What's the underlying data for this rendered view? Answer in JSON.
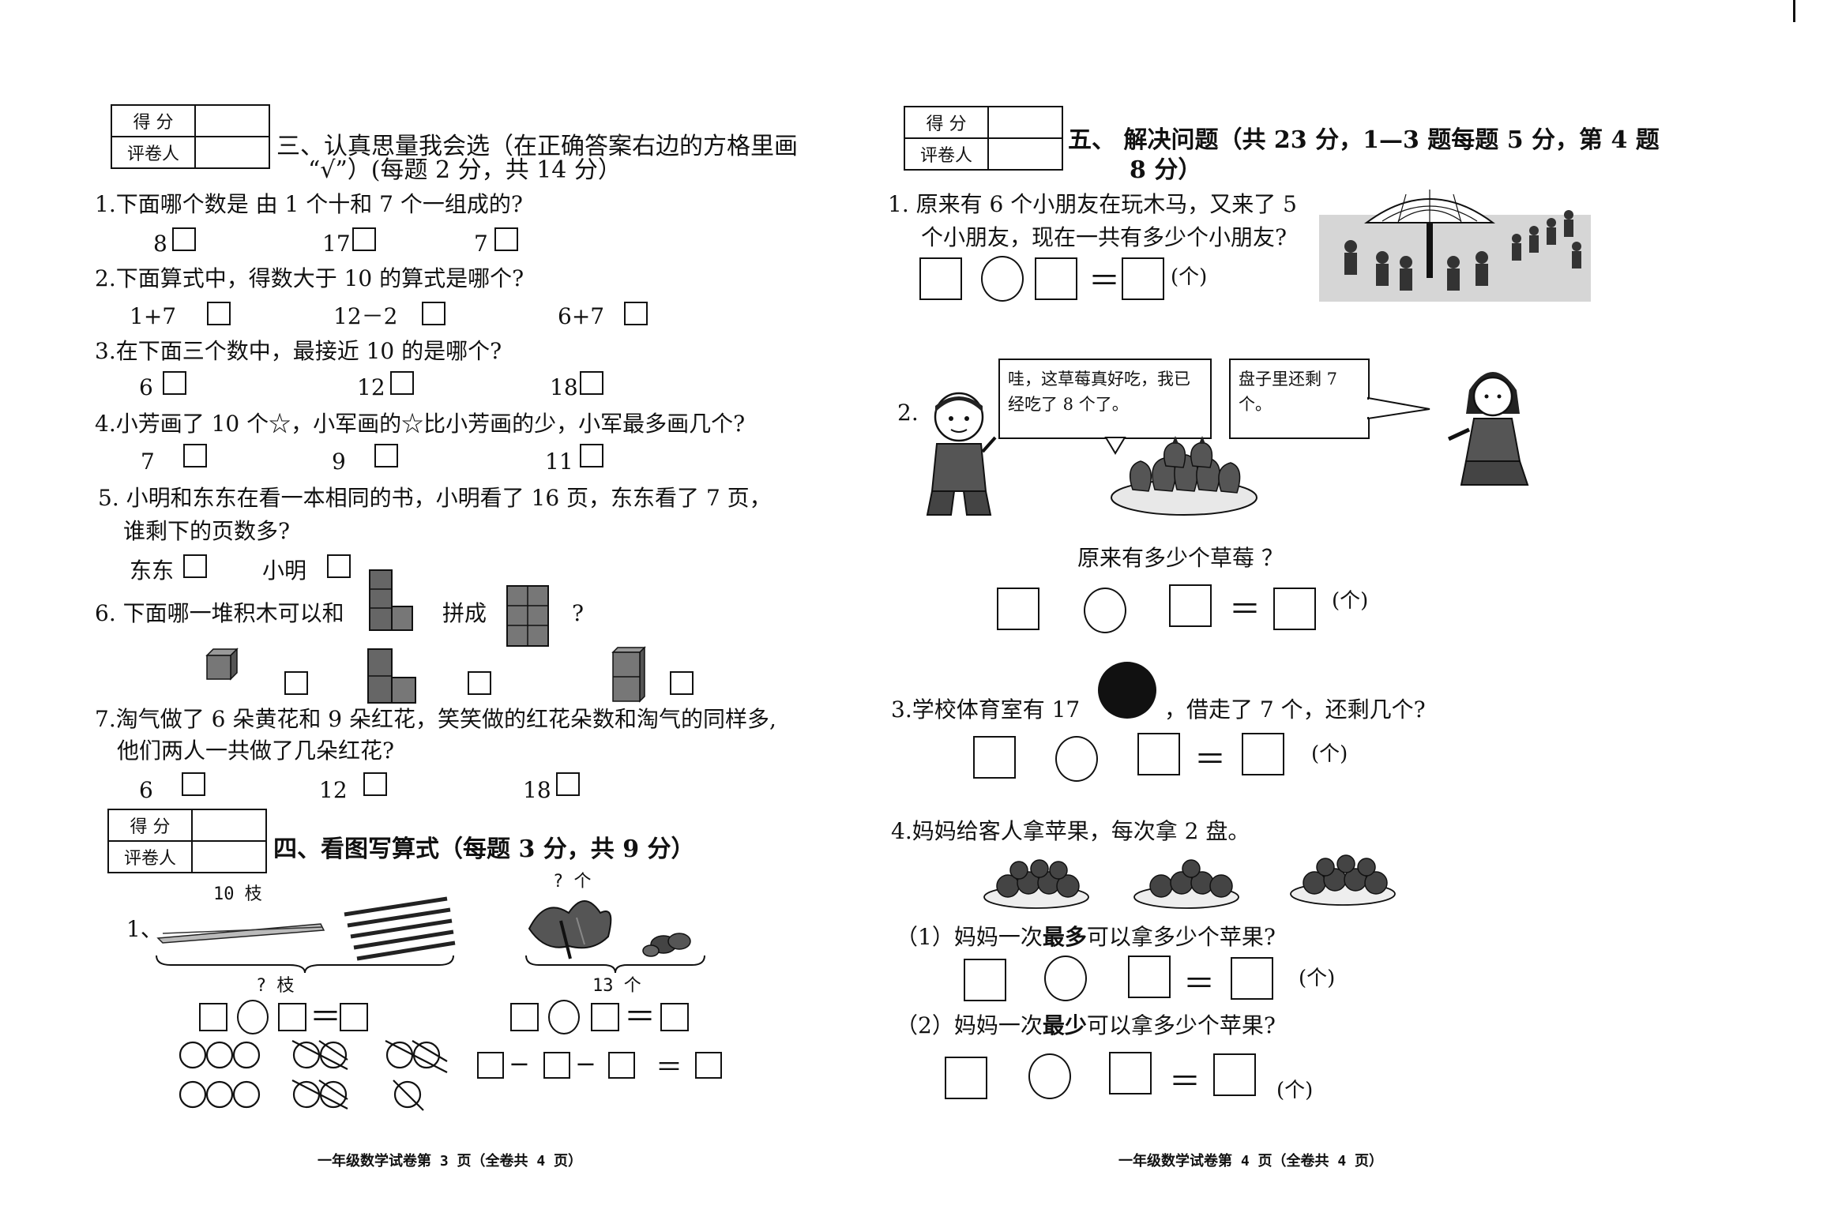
{
  "left_page": {
    "score_table": {
      "row1": "得 分",
      "row2": "评卷人"
    },
    "section3": {
      "heading_line1": "三、认真思量我会选（在正确答案右边的方格里画",
      "heading_line2": "“√”）(每题 2 分，共 14 分）",
      "q1": {
        "text": "1.下面哪个数是 由 1 个十和 7 个一组成的?",
        "options": [
          "8",
          "17",
          "7"
        ]
      },
      "q2": {
        "text": "2.下面算式中，得数大于 10 的算式是哪个?",
        "options": [
          "1+7",
          "12－2",
          "6+7"
        ]
      },
      "q3": {
        "text": "3.在下面三个数中，最接近 10 的是哪个?",
        "options": [
          "6",
          "12",
          "18"
        ]
      },
      "q4": {
        "text": "4.小芳画了 10 个☆，小军画的☆比小芳画的少，小军最多画几个?",
        "options": [
          "7",
          "9",
          "11"
        ]
      },
      "q5": {
        "line1": "5.  小明和东东在看一本相同的书，小明看了 16 页，东东看了 7 页，",
        "line2": "谁剩下的页数多?",
        "options": [
          "东东",
          "小明"
        ]
      },
      "q6": {
        "prefix": "6.  下面哪一堆积木可以和",
        "middle": "拼成",
        "suffix": "?"
      },
      "q7": {
        "line1": "7.淘气做了 6 朵黄花和 9 朵红花，笑笑做的红花朵数和淘气的同样多,",
        "line2": "他们两人一共做了几朵红花?",
        "options": [
          "6",
          "12",
          "18"
        ]
      }
    },
    "section4": {
      "heading": "四、看图写算式（每题 3 分，共 9 分）",
      "q1_label": "1、",
      "sticks_top": "10 枝",
      "sticks_bottom": "? 枝",
      "veg_top": "? 个",
      "veg_bottom": "13 个",
      "minus": "−"
    },
    "footer": "一年级数学试卷第 3 页（全卷共 4 页）"
  },
  "right_page": {
    "score_table": {
      "row1": "得 分",
      "row2": "评卷人"
    },
    "section5": {
      "heading_line1": "五、 解决问题（共 23 分，1—3 题每题 5 分，第 4 题",
      "heading_line2": "8 分）",
      "q1": {
        "line1": "1.  原来有 6 个小朋友在玩木马，又来了 5",
        "line2": "个小朋友，现在一共有多少个小朋友?",
        "unit": "(个)"
      },
      "q2": {
        "label": "2.",
        "bubble_left": "哇，这草莓真好吃，我已经吃了 8 个了。",
        "bubble_right": "盘子里还剩 7 个。",
        "question": "原来有多少个草莓 ？",
        "unit": "(个)"
      },
      "q3": {
        "prefix": "3.学校体育室有 17",
        "suffix": "，借走了 7 个，还剩几个?",
        "unit": "(个)"
      },
      "q4": {
        "text": "4.妈妈给客人拿苹果，每次拿 2 盘。",
        "sub1_pre": "（1）妈妈一次",
        "sub1_bold": "最多",
        "sub1_post": "可以拿多少个苹果?",
        "sub2_pre": "（2）妈妈一次",
        "sub2_bold": "最少",
        "sub2_post": "可以拿多少个苹果?",
        "unit": "(个)"
      }
    },
    "eq_sign": "＝",
    "footer": "一年级数学试卷第 4 页（全卷共 4 页）"
  }
}
